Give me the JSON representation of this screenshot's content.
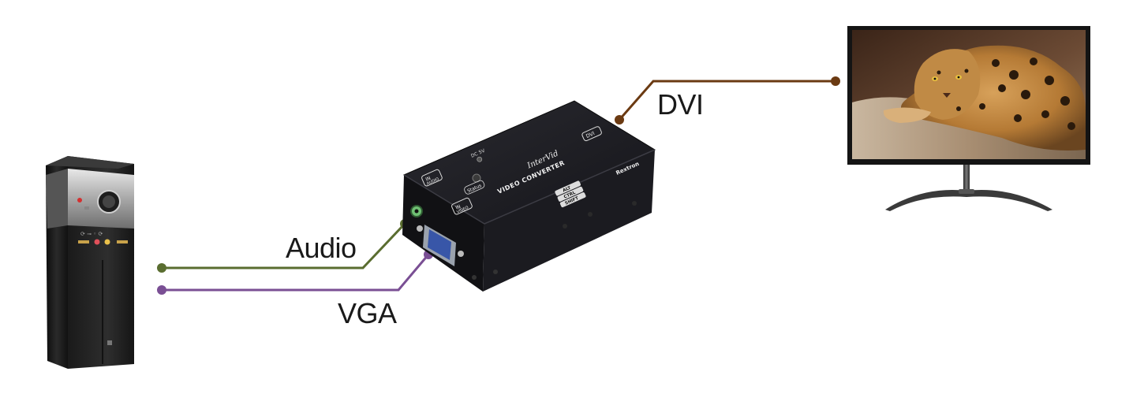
{
  "cables": {
    "audio": {
      "label": "Audio",
      "color": "#5a6d30"
    },
    "vga": {
      "label": "VGA",
      "color": "#7a4f94"
    },
    "dvi": {
      "label": "DVI",
      "color": "#6b3a12"
    }
  },
  "converter": {
    "brand_script": "InterVid",
    "product_name": "VIDEO CONVERTER",
    "manufacturer": "Rextron",
    "ports": {
      "audio_in": [
        "IN",
        "AUDIO"
      ],
      "video_in": [
        "IN",
        "VIDEO"
      ],
      "dvi_out": "DVI",
      "status": "Status",
      "power": "DC 5V",
      "buttons": [
        "ALT",
        "CTRL",
        "SHIFT"
      ]
    }
  },
  "devices": [
    "pc-tower",
    "converter-box",
    "monitor"
  ]
}
